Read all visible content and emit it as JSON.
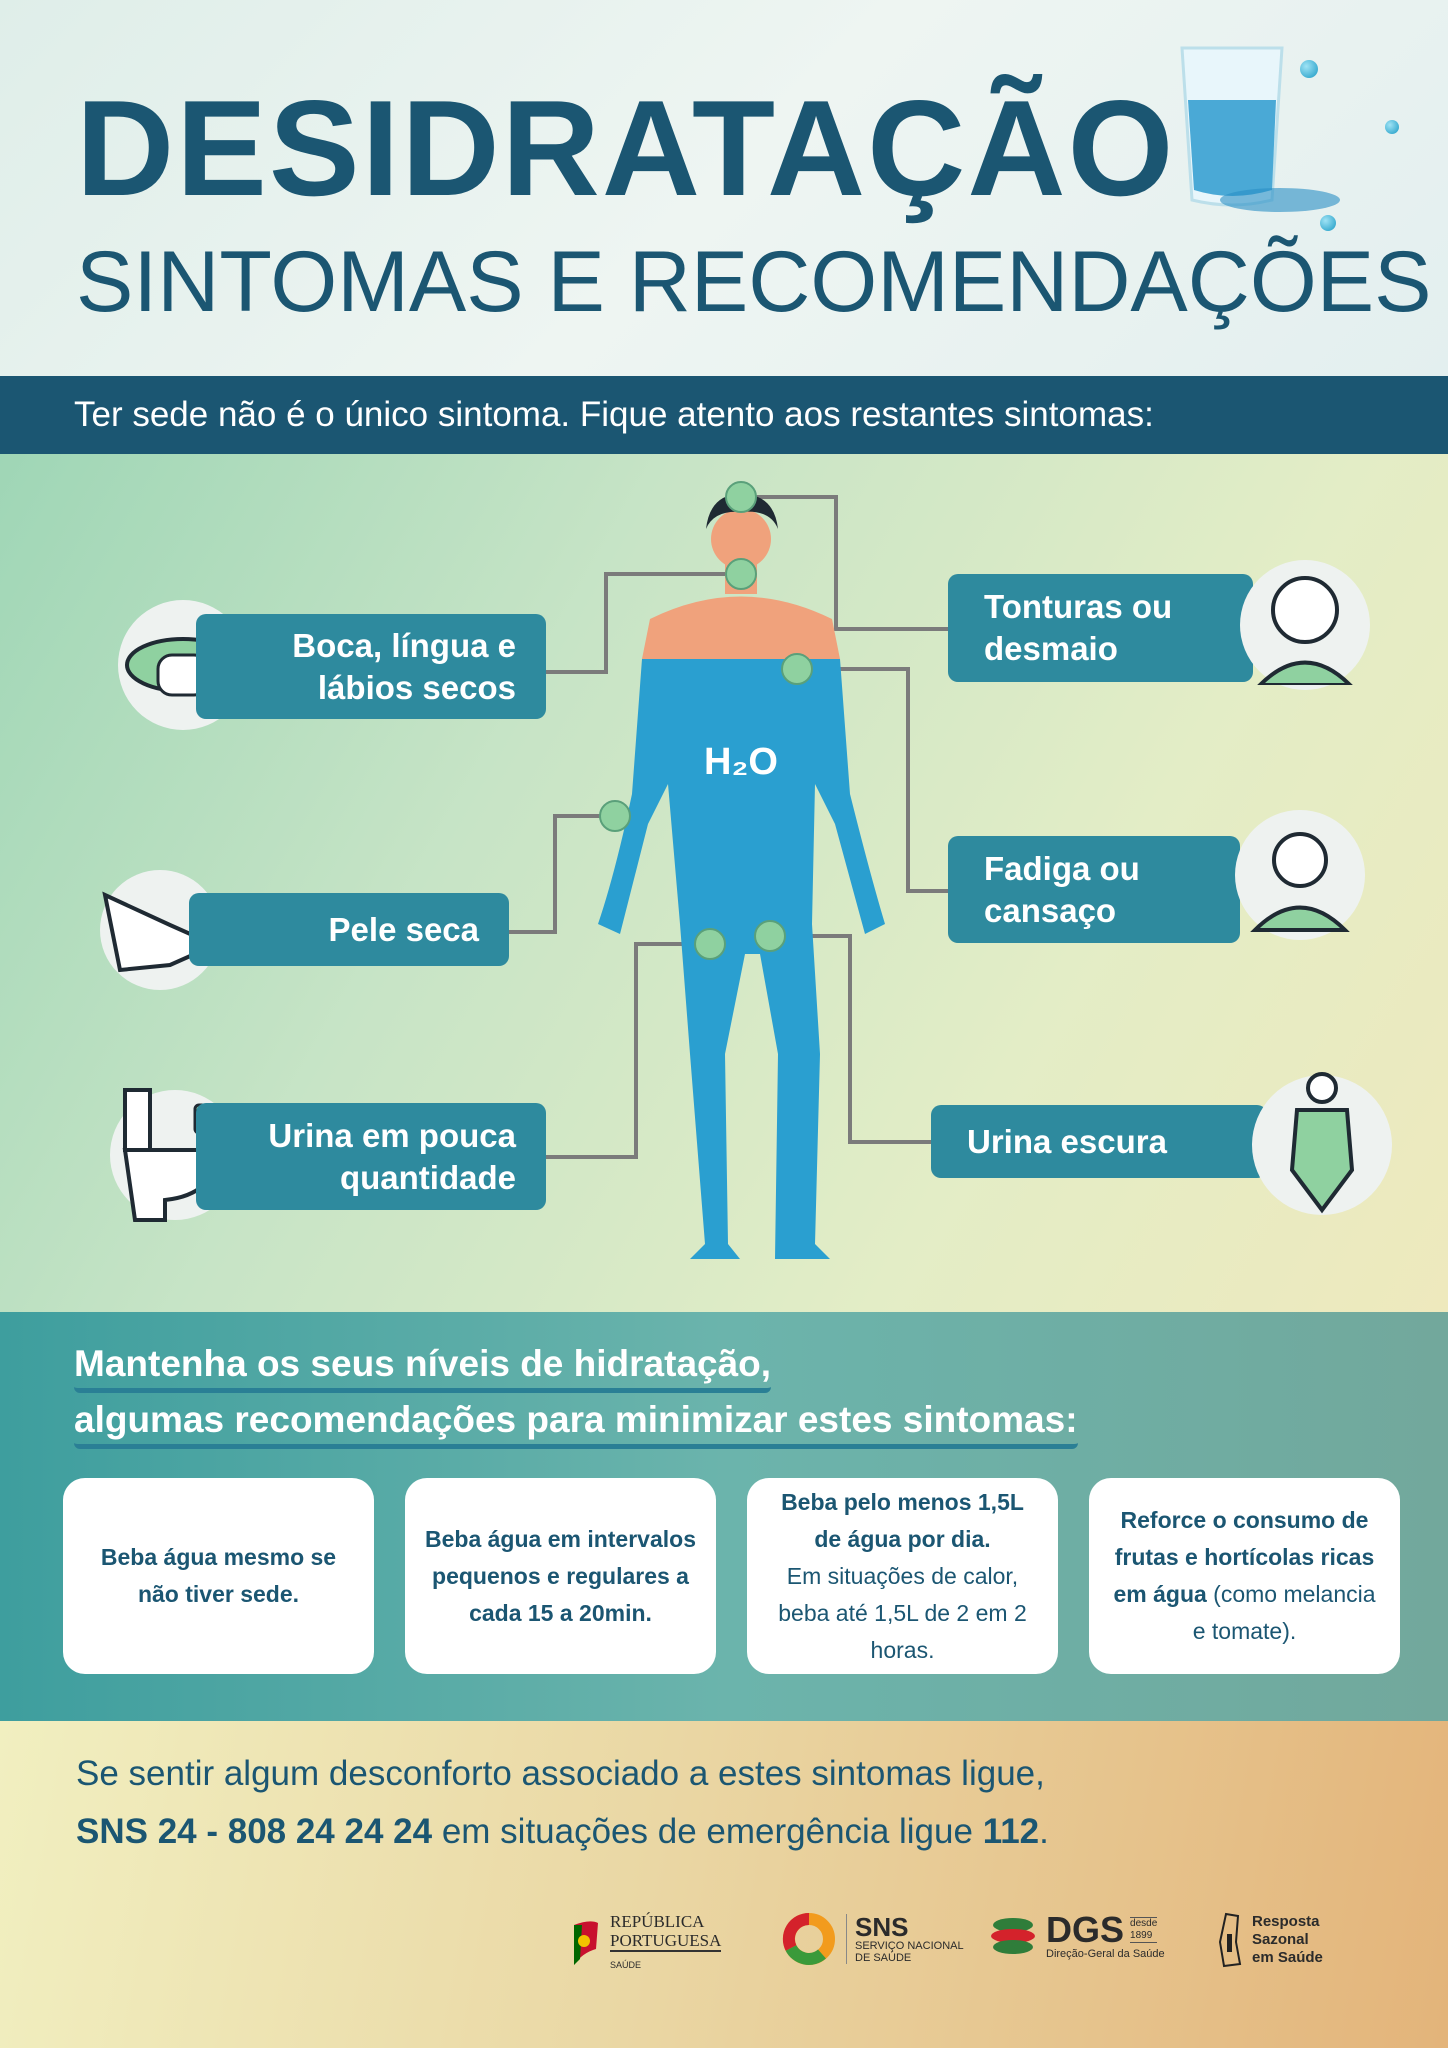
{
  "header": {
    "title": "DESIDRATAÇÃO",
    "subtitle": "SINTOMAS E RECOMENDAÇÕES"
  },
  "band": {
    "text": "Ter sede não é o único sintoma. Fique atento aos restantes sintomas:"
  },
  "body": {
    "h2o": "H₂O"
  },
  "symptoms": [
    {
      "label": "Boca, língua e lábios secos",
      "icon": "mouth-icon"
    },
    {
      "label": "Pele seca",
      "icon": "hand-icon"
    },
    {
      "label": "Urina em pouca quantidade",
      "icon": "toilet-icon"
    },
    {
      "label": "Tonturas ou desmaio",
      "icon": "dizzy-person-icon"
    },
    {
      "label": "Fadiga ou cansaço",
      "icon": "tired-person-icon"
    },
    {
      "label": "Urina escura",
      "icon": "urgency-person-icon"
    }
  ],
  "recommendations": {
    "heading_line1": "Mantenha os seus níveis de hidratação,",
    "heading_line2": "algumas recomendações para minimizar estes sintomas:",
    "cards": [
      {
        "bold": "Beba água mesmo se não tiver sede.",
        "normal": ""
      },
      {
        "bold": "Beba água em intervalos pequenos e regulares a cada 15 a 20min.",
        "normal": ""
      },
      {
        "bold": "Beba pelo menos 1,5L de água por dia.",
        "normal": "Em situações de calor, beba até 1,5L de 2 em 2 horas."
      },
      {
        "bold": "Reforce o consumo de frutas e hortícolas ricas em água",
        "normal": " (como melancia e tomate)."
      }
    ]
  },
  "footer": {
    "line1": "Se sentir algum desconforto associado a estes sintomas ligue,",
    "sns_bold": "SNS 24 - 808 24 24 24",
    "line2_mid": " em situações de emergência ligue ",
    "emergency": "112",
    "line2_end": "."
  },
  "logos": {
    "republica": {
      "line1": "REPÚBLICA",
      "line2": "PORTUGUESA",
      "sub": "SAÚDE"
    },
    "sns": {
      "name": "SNS",
      "line1": "SERVIÇO NACIONAL",
      "line2": "DE SAÚDE"
    },
    "dgs": {
      "name": "DGS",
      "since1": "desde",
      "since2": "1899",
      "sub": "Direção-Geral da Saúde"
    },
    "resposta": {
      "line1": "Resposta",
      "line2": "Sazonal",
      "line3": "em Saúde"
    }
  },
  "colors": {
    "primary": "#1b5672",
    "label": "#2e8a9e",
    "water": "#2a9fd0",
    "dot": "#8fd1a0"
  }
}
